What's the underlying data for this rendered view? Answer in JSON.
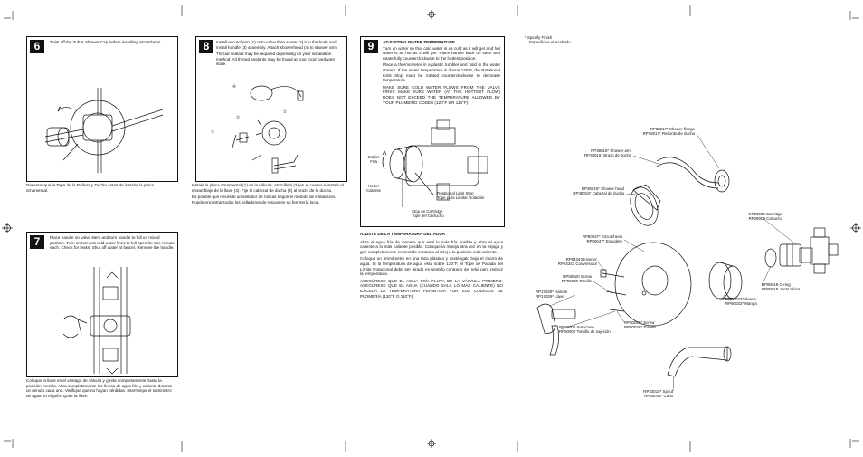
{
  "steps": {
    "s6": {
      "number": "6",
      "instruction": "Twist off the Tub & Shower Cap before installing escutcheon.",
      "spanish": "Desenrosque la Tapa de la Bañera y Ducha antes de instalar la placa ornamental."
    },
    "s7": {
      "number": "7",
      "instruction": "Place handle on valve stem and turn handle to full on mixed position. Turn on hot and cold water lines to full open for one minute each. Check for leaks. Shut off water at faucet. Remove the handle.",
      "spanish": "Coloque la llave en el vástago de válvula y gírela completamente hasta la posición mezcla. Abra completamente las líneas de agua fría y caliente durante un minuto cada una. Verifique que no hayan pérdidas. Interrumpa el suministro de agua en el grifo. Quite la llave."
    },
    "s8": {
      "number": "8",
      "instruction_1": "Install escutcheon (1) onto valve then screw (2) it in the body and install handle (3) assembly. Attach showerhead (4) to shower arm.",
      "instruction_2": "Thread sealant may be required depending on your installation method. All thread sealants may be found at your local hardware store.",
      "spanish_1": "Instale la placa ornamental (1) en la válvula, atorníllela (2) en el cuerpo e instale el ensamblaje de la llave (3). Fije el cabezal de ducha (4) al brazo de la ducha.",
      "spanish_2": "Es posible que necesite un sellador de roscas según el método de instalación. Puede encontrar todos los selladores de roscas en su ferretería local.",
      "callouts": [
        "④",
        "①",
        "②",
        "③"
      ]
    },
    "s9": {
      "number": "9",
      "heading": "ADJUSTING WATER TEMPERATURE",
      "p1": "Turn on water so that cold water is as cold as it will get and hot water is as hot as it will get. Place handle back on stem and rotate fully counterclockwise to the hottest position.",
      "p2": "Place a thermometer in a plastic tumbler and hold in the water stream. If the water temperature is above 120°F, the Rotational Limit Stop must be rotated counterclockwise to decrease temperature.",
      "p3": "MAKE SURE COLD WATER FLOWS FROM THE VALVE FIRST. MAKE SURE WATER (AT THE HOTTEST FLOW) DOES NOT EXCEED THE TEMPERATURE ALLOWED BY YOUR PLUMBING CODES (120°F OR 110°F).",
      "labels": {
        "colder": "Colder",
        "fria": "Fría",
        "hotter": "Hotter",
        "caliente": "Caliente",
        "rls_en": "Rotational Limit Stop",
        "rls_es": "Tope para Limitar Rotación",
        "stop_en": "Stop on Cartridge",
        "stop_es": "Tope del Cartucho"
      },
      "spanish_heading": "AJUSTE DE LA TEMPERATURA DEL AGUA",
      "spanish_p1": "Abra el agua fría de manera que esté lo más fría posible y abra el agua caliente a lo más caliente posible. Coloque la manija otra vez en la espiga y gire completamente en sentido contrario al reloj a la posición más caliente.",
      "spanish_p2": "Coloque un termómetro en una taza plástica y sosténgalo bajo el chorro de agua. Si la temperatura de agua está sobre 120°F, el Tope de Parada del Límite Rotacional debe ser girado en sentido contrario del reloj para reducir la temperatura.",
      "spanish_p3": "ASEGÚRESE QUE EL AGUA FRÍA FLUYA DE LA VÁLVULA PRIMERO. ASEGÚRESE QUE EL AGUA (CUANDO SALE LO MÁS CALIENTE) NO EXCEDA LA TEMPERATURA PERMITIDA POR SUS CÓDIGOS DE PLOMERÍA (120°F O 110°F)."
    }
  },
  "parts": {
    "note_en": "* Specify Finish",
    "note_es": "Especifique el Acabado",
    "items": [
      {
        "id": "flange",
        "en": "RP38017* Shower flange",
        "es": "RP38017* Reborde de ducha"
      },
      {
        "id": "arm",
        "en": "RP38016* Shower arm",
        "es": "RP38016* Brazo de ducha"
      },
      {
        "id": "head",
        "en": "RP38015* Shower head",
        "es": "RP38015* Cabezal de ducha"
      },
      {
        "id": "cartridge",
        "en": "RP28008 Cartridge",
        "es": "RP28008 Cartucho"
      },
      {
        "id": "escutcheon",
        "en": "RP80047* Escutcheon",
        "es": "RP80047* Escudete"
      },
      {
        "id": "inverter",
        "en": "RP64343 Inverter",
        "es": "RP64343 Conversidor"
      },
      {
        "id": "screw1",
        "en": "RP50020 Screw",
        "es": "RP50020 Tornillo"
      },
      {
        "id": "handle",
        "en": "RP17029* Handle",
        "es": "RP17029* Llave"
      },
      {
        "id": "sleeve",
        "en": "RP80032* sleeve",
        "es": "RP80032* Manga"
      },
      {
        "id": "oring",
        "en": "RP80018 O-ring",
        "es": "RP80018 Junta tórica"
      },
      {
        "id": "setscrew",
        "en": "RP50002 Set screw",
        "es": "RP50002 Tornillo de sujeción"
      },
      {
        "id": "screw2",
        "en": "RP50026* Screw",
        "es": "RP50026* Tornillo"
      },
      {
        "id": "spout",
        "en": "RP33015* Spout",
        "es": "RP33015* Caño"
      }
    ]
  }
}
